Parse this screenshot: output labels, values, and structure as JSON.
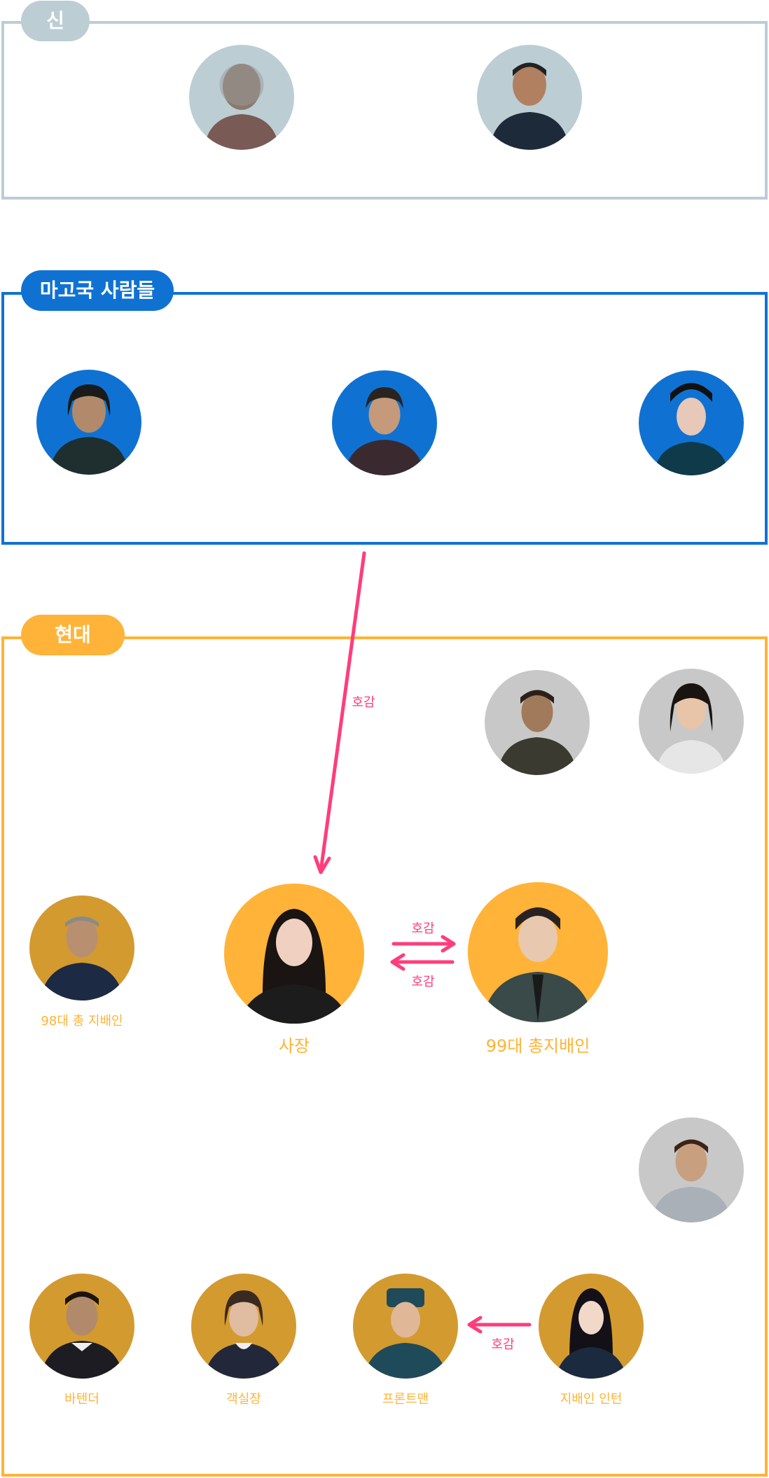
{
  "groups": {
    "gods": {
      "label": "신",
      "color": "#bccdd4"
    },
    "magoguk": {
      "label": "마고국 사람들",
      "color": "#0f72d3"
    },
    "modern": {
      "label": "현대",
      "color": "#ffb338"
    }
  },
  "characters": {
    "boss": {
      "role": "사장"
    },
    "manager99": {
      "role": "99대 총지배인"
    },
    "manager98": {
      "role": "98대 총 지배인"
    },
    "bartender": {
      "role": "바텐더"
    },
    "roomchief": {
      "role": "객실장"
    },
    "frontman": {
      "role": "프론트맨"
    },
    "intern": {
      "role": "지배인 인턴"
    }
  },
  "relations": {
    "magoguk_to_boss": "호감",
    "boss_to_manager": "호감",
    "manager_to_boss": "호감",
    "intern_to_frontman": "호감"
  },
  "colors": {
    "relation_arrow": "#ff3d7b",
    "role_label": "#ffb338"
  }
}
